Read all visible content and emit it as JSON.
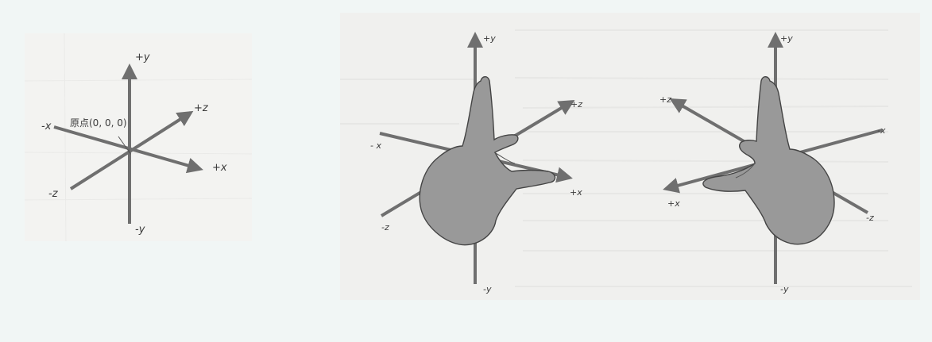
{
  "left_diagram": {
    "labels": {
      "pos_y": "+y",
      "neg_y": "-y",
      "pos_x": "+x",
      "neg_x": "-x",
      "pos_z": "+z",
      "neg_z": "-z",
      "origin": "原点(0, 0, 0)"
    }
  },
  "left_hand_diagram": {
    "labels": {
      "pos_y": "+y",
      "neg_y": "-y",
      "pos_z": "+z",
      "neg_z": "-z",
      "pos_x": "+x",
      "neg_x": "- x"
    }
  },
  "right_hand_diagram": {
    "labels": {
      "pos_y": "+y",
      "neg_y": "-y",
      "pos_z": "+z",
      "neg_z": "-z",
      "pos_x": "+x",
      "neg_x": "-x"
    }
  },
  "colors": {
    "page_background": "#f1f6f5",
    "axis": "#6f6f6f",
    "hand_fill": "#999999",
    "hand_outline": "#444444"
  }
}
